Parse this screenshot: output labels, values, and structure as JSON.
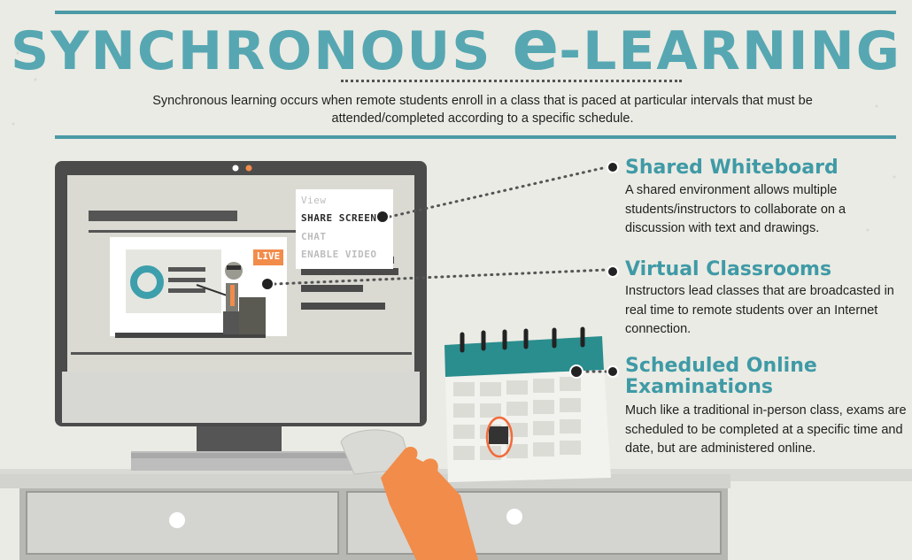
{
  "header": {
    "title_part1": "SYNCHRONOUS ",
    "title_e": "e",
    "title_part2": "-LEARNING",
    "intro": "Synchronous learning occurs when remote students enroll in a class that is paced at particular intervals that must be attended/completed according to a specific schedule."
  },
  "screen_menu": {
    "view": "View",
    "share_screen": "SHARE SCREEN",
    "chat": "CHAT",
    "enable_video": "ENABLE VIDEO"
  },
  "live_badge": "LIVE",
  "features": [
    {
      "title": "Shared Whiteboard",
      "text": "A shared environment allows multiple students/instructors to collaborate on a discussion with text and drawings."
    },
    {
      "title": "Virtual Classrooms",
      "text": "Instructors lead classes that are broadcasted in real time to remote students over an Internet connection."
    },
    {
      "title_line1": "Scheduled Online",
      "title_line2": "Examinations",
      "text": "Much like a traditional in-person class, exams are scheduled to be completed at a specific time and date, but are administered online."
    }
  ],
  "colors": {
    "teal": "#56a7b2",
    "dark_teal": "#2d8a8a",
    "orange": "#f28c4a",
    "monitor": "#4a4a4a",
    "desk": "#c9cac6"
  }
}
